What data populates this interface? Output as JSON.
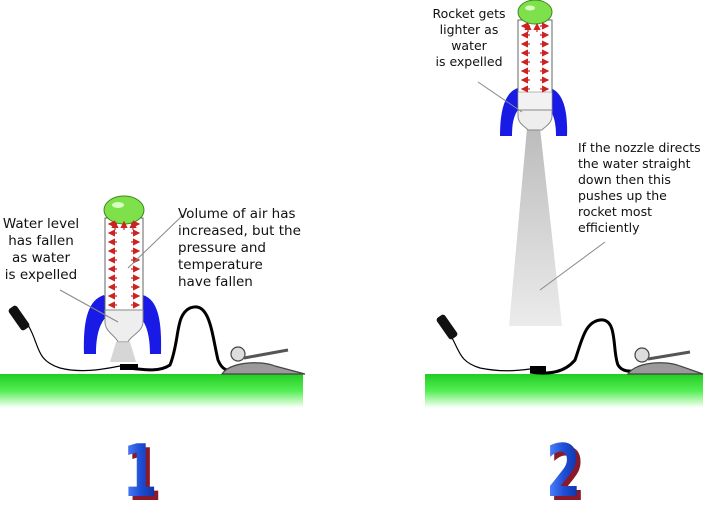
{
  "panel1": {
    "number": "1",
    "water_label": "Water level\nhas fallen\nas water\nis expelled",
    "air_label": "Volume of air has\nincreased,  but the\npressure and\ntemperature\nhave fallen"
  },
  "panel2": {
    "number": "2",
    "lighter_label": "Rocket gets\nlighter as\nwater\nis expelled",
    "nozzle_label": "If the nozzle directs\nthe water straight\ndown then this\npushes up the\nrocket most\nefficiently"
  },
  "colors": {
    "ground": "#2dd52d",
    "fins": "#1a1ae6",
    "nose": "#7ee04a",
    "arrows": "#cc2222",
    "digit": "#1f4fd8",
    "digit_shadow": "#8a1a2a"
  }
}
